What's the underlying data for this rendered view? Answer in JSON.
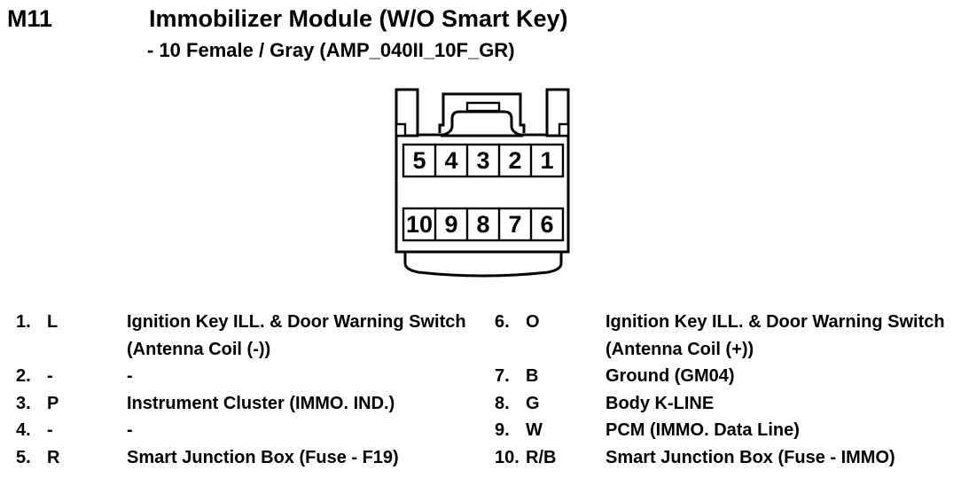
{
  "page": {
    "connector_id": "M11",
    "title": "Immobilizer Module (W/O Smart Key)",
    "subtitle": "- 10 Female / Gray (AMP_040II_10F_GR)",
    "ink_color": "#000000",
    "paper_color": "#ffffff"
  },
  "connector": {
    "type": "10-pin female connector, gray",
    "rows": [
      [
        "5",
        "4",
        "3",
        "2",
        "1"
      ],
      [
        "10",
        "9",
        "8",
        "7",
        "6"
      ]
    ]
  },
  "pins": {
    "left": [
      {
        "num": "1.",
        "code": "L",
        "desc": "Ignition Key ILL. & Door Warning Switch (Antenna Coil (-))"
      },
      {
        "num": "2.",
        "code": "-",
        "desc": "-"
      },
      {
        "num": "3.",
        "code": "P",
        "desc": "Instrument Cluster (IMMO. IND.)"
      },
      {
        "num": "4.",
        "code": "-",
        "desc": "-"
      },
      {
        "num": "5.",
        "code": "R",
        "desc": "Smart Junction Box (Fuse - F19)"
      }
    ],
    "right": [
      {
        "num": "6.",
        "code": "O",
        "desc": "Ignition Key ILL. & Door Warning Switch (Antenna Coil (+))"
      },
      {
        "num": "7.",
        "code": "B",
        "desc": "Ground (GM04)"
      },
      {
        "num": "8.",
        "code": "G",
        "desc": "Body K-LINE"
      },
      {
        "num": "9.",
        "code": "W",
        "desc": "PCM (IMMO. Data Line)"
      },
      {
        "num": "10.",
        "code": "R/B",
        "desc": "Smart Junction Box (Fuse - IMMO)"
      }
    ]
  }
}
